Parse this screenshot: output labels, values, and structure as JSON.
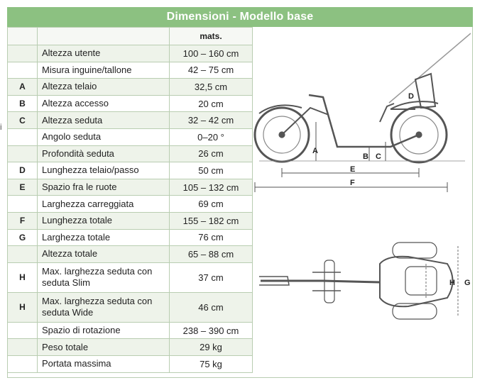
{
  "title": "Dimensioni - Modello base",
  "table": {
    "value_header": "mats.",
    "rows": [
      {
        "letter": "",
        "label": "Altezza utente",
        "value": "100 – 160 cm"
      },
      {
        "letter": "",
        "label": "Misura inguine/tallone",
        "value": "42 – 75 cm"
      },
      {
        "letter": "A",
        "label": "Altezza telaio",
        "value": "32,5 cm"
      },
      {
        "letter": "B",
        "label": "Altezza accesso",
        "value": "20 cm"
      },
      {
        "letter": "C",
        "label": "Altezza seduta",
        "value": "32 – 42 cm"
      },
      {
        "letter": "",
        "label": "Angolo seduta",
        "value": "0–20 °"
      },
      {
        "letter": "",
        "label": "Profondità seduta",
        "value": "26 cm"
      },
      {
        "letter": "D",
        "label": "Lunghezza telaio/passo",
        "value": "50 cm"
      },
      {
        "letter": "E",
        "label": "Spazio fra le ruote",
        "value": "105 – 132 cm"
      },
      {
        "letter": "",
        "label": "Larghezza carreggiata",
        "value": "69 cm"
      },
      {
        "letter": "F",
        "label": "Lunghezza totale",
        "value": "155 – 182 cm"
      },
      {
        "letter": "G",
        "label": "Larghezza totale",
        "value": "76 cm"
      },
      {
        "letter": "",
        "label": "Altezza totale",
        "value": "65 – 88 cm"
      },
      {
        "letter": "H",
        "label": "Max. larghezza seduta con seduta Slim",
        "value": "37 cm"
      },
      {
        "letter": "H",
        "label": "Max. larghezza seduta con seduta Wide",
        "value": "46 cm"
      },
      {
        "letter": "",
        "label": "Spazio di rotazione",
        "value": "238 – 390 cm"
      },
      {
        "letter": "",
        "label": "Peso totale",
        "value": "29 kg"
      },
      {
        "letter": "",
        "label": "Portata massima",
        "value": "75 kg"
      }
    ]
  },
  "diagram_labels": {
    "a": "A",
    "b": "B",
    "c": "C",
    "d": "D",
    "e": "E",
    "f": "F",
    "g": "G",
    "h": "H"
  },
  "left_mark": "i",
  "colors": {
    "header_bg": "#8cc181",
    "border": "#b9cdb1",
    "row_alt": "#eef3ea"
  }
}
